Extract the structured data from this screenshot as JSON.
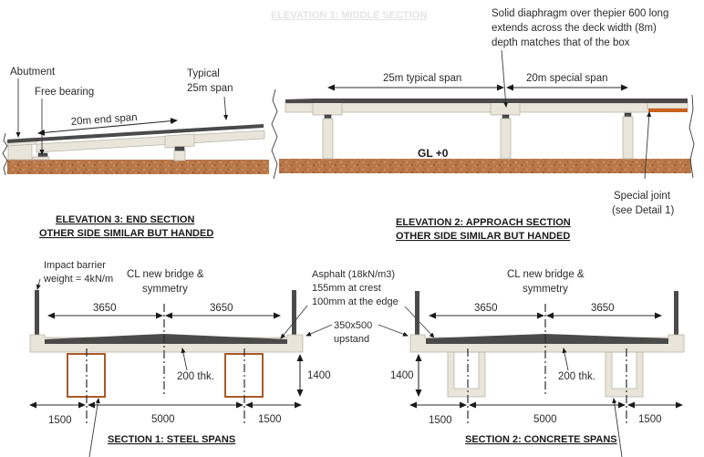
{
  "elevation1": {
    "title": "ELEVATION 1: MIDDLE SECTION",
    "span_typical": "25m typical span",
    "span_special": "20m special span",
    "diaphragm_note": [
      "Solid diaphragm over thepier 600 long",
      "extends across the deck width (8m)",
      "depth matches that of the box"
    ],
    "ground_level": "GL +0",
    "special_joint": [
      "Special joint",
      "(see Detail 1)"
    ]
  },
  "elevation3_top": {
    "abutment": "Abutment",
    "free_bearing": "Free bearing",
    "end_span": "20m end span",
    "typical_span": [
      "Typical",
      "25m span"
    ]
  },
  "elevation3": {
    "title_line1": "ELEVATION 3: END SECTION",
    "title_line2": "OTHER SIDE SIMILAR BUT HANDED"
  },
  "elevation2": {
    "title_line1": "ELEVATION 2: APPROACH SECTION",
    "title_line2": "OTHER SIDE SIMILAR BUT HANDED"
  },
  "section1": {
    "title": "SECTION 1: STEEL SPANS",
    "barrier_note": [
      "Impact barrier",
      "weight = 4kN/m"
    ],
    "centerline_note": [
      "CL new bridge &",
      "symmetry"
    ],
    "dim_half_left": "3650",
    "dim_half_right": "3650",
    "slab_thickness": "200 thk.",
    "depth": "1400",
    "dim_left": "1500",
    "dim_middle": "5000",
    "dim_right": "1500"
  },
  "shared_notes": {
    "asphalt": [
      "Asphalt (18kN/m3)",
      "155mm at crest",
      "100mm at the edge"
    ],
    "upstand": [
      "350x500",
      "upstand"
    ]
  },
  "section2": {
    "title": "SECTION 2: CONCRETE SPANS",
    "centerline_note": [
      "CL new bridge &",
      "symmetry"
    ],
    "dim_half_left": "3650",
    "dim_half_right": "3650",
    "slab_thickness": "200 thk.",
    "depth": "1400",
    "dim_left": "1500",
    "dim_middle": "5000",
    "dim_right": "1500"
  },
  "colors": {
    "concrete": "#e9e5da",
    "asphalt": "#4a4a4a",
    "ground": "#b9784a",
    "steel_box": "#a85a2a",
    "joint": "#c8621c"
  }
}
